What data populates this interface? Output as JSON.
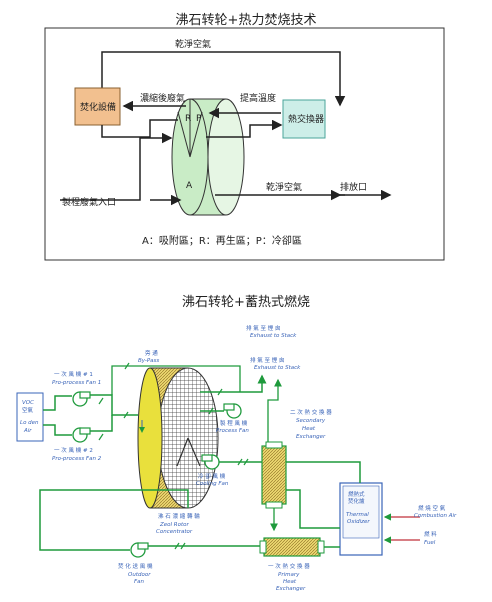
{
  "titles": {
    "top": "沸石转轮+热力焚烧技术",
    "bottom": "沸石转轮+蓄热式燃烧"
  },
  "diagram1": {
    "labels": {
      "dry_air_top": "乾淨空氣",
      "incinerator": "焚化設備",
      "concentrated_gas": "濃縮後廢氣",
      "heated_air": "提高溫度",
      "heat_exchanger": "熱交換器",
      "inlet": "製程廢氣入口",
      "dry_air_bottom": "乾淨空氣",
      "outlet": "排放口",
      "zone_r": "R",
      "zone_p": "P",
      "zone_a": "A",
      "legend": "A：吸附區；R：再生區；P：冷卻區"
    }
  },
  "diagram2": {
    "labels": {
      "voc_box_line1": "VOC",
      "voc_box_line2": "空氣",
      "voc_box_line3": "Lo den",
      "voc_box_line4": "Air",
      "fan1_zh": "一 次 風 機 # 1",
      "fan1_en": "Pro-process Fan 1",
      "fan2_zh": "一 次 風 機 # 2",
      "fan2_en": "Pro-process Fan 2",
      "bypass_zh": "旁 通",
      "bypass_en": "By-Pass",
      "exhaust1_zh": "排 氣 至 煙 囪",
      "exhaust1_en": "Exhaust to Stack",
      "exhaust2_zh": "排 氣 至 煙 囪",
      "exhaust2_en": "Exhaust to Stack",
      "process_fan_zh": "製 程 風 機",
      "process_fan_en": "Process Fan",
      "cooling_fan_zh": "冷 卻 風 機",
      "cooling_fan_en": "Cooling Fan",
      "sec_hx_zh": "二 次 熱 交 換 器",
      "sec_hx_en1": "Secondary",
      "sec_hx_en2": "Heat",
      "sec_hx_en3": "Exchanger",
      "rotor_zh": "沸 石 濃 縮 轉 輪",
      "rotor_en1": "Zeol Rotor",
      "rotor_en2": "Concentrator",
      "oxidizer_zh1": "燃熱式",
      "oxidizer_zh2": "焚化爐",
      "oxidizer_en1": "Thermal",
      "oxidizer_en2": "Oxidizer",
      "combustion_air_zh": "燃 燒 空 氣",
      "combustion_air_en": "Combustion Air",
      "fuel_zh": "燃 料",
      "fuel_en": "Fuel",
      "primary_hx_zh": "一 次 熱 交 換 器",
      "primary_hx_en1": "Primary",
      "primary_hx_en2": "Heat",
      "primary_hx_en3": "Exchanger",
      "outdoor_fan_zh": "焚 化 送 風 機",
      "outdoor_fan_en1": "Outdoor",
      "outdoor_fan_en2": "Fan"
    }
  },
  "colors": {
    "line_green": "#1e9a3c",
    "rotor_green": "#c9ecc6",
    "incinerator_orange": "#f2c08f",
    "heat_exchanger_teal": "#cdeee8",
    "rotor2_yellow": "#e9e03c",
    "label_blue": "#3a64b8"
  }
}
